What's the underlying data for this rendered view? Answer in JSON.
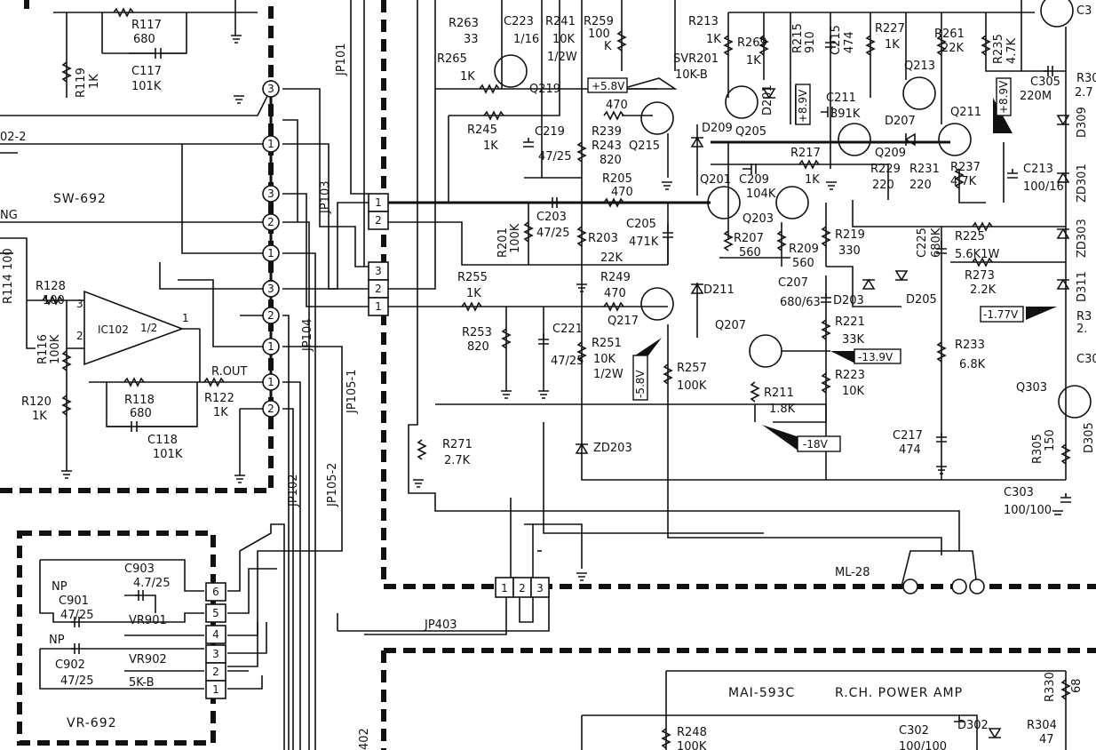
{
  "boards": {
    "sw": "SW-692",
    "vr": "VR-692",
    "power_amp": "MAI-593C",
    "power_amp_desc": "R.CH. POWER AMP"
  },
  "connectors": {
    "jp101": "JP101",
    "jp102": "JP102",
    "jp103": "JP103",
    "jp104": "JP104",
    "jp105_1": "JP105-1",
    "jp105_2": "JP105-2",
    "jp402": "402",
    "jp403": "JP403",
    "ml28": "ML-28",
    "rout": "R.OUT",
    "ng": "NG",
    "sig_02_2": "02-2"
  },
  "pins": {
    "jp103_pins": [
      "1",
      "2"
    ],
    "jp105_pins": [
      "3",
      "2",
      "1"
    ],
    "jp403_pins": [
      "1",
      "2",
      "3"
    ],
    "vr_pins": [
      "6",
      "5",
      "4",
      "3",
      "2",
      "1"
    ],
    "bus_pins": [
      "3",
      "1",
      "3",
      "2",
      "1",
      "3",
      "2",
      "1",
      "1",
      "2"
    ]
  },
  "ic": {
    "ref": "IC102",
    "frac": "1/2",
    "pin1": "1",
    "pin2": "2",
    "pin3": "3"
  },
  "components": {
    "r117": [
      "R117",
      "680"
    ],
    "c117": [
      "C117",
      "101K"
    ],
    "r119": [
      "R119",
      "1K"
    ],
    "r128": [
      "R128",
      "100"
    ],
    "r116": [
      "R116",
      "100K"
    ],
    "r114": "R114 100",
    "r120": [
      "R120",
      "1K"
    ],
    "r118": [
      "R118",
      "680"
    ],
    "c118": [
      "C118",
      "101K"
    ],
    "r122": [
      "R122",
      "1K"
    ],
    "c903": [
      "C903",
      "4.7/25"
    ],
    "c901": [
      "NP",
      "C901",
      "47/25"
    ],
    "vr901": "VR901",
    "c902": [
      "NP",
      "C902",
      "47/25"
    ],
    "vr902": "VR902",
    "vr_val": "5K-B",
    "r263": [
      "R263",
      "33"
    ],
    "c223": [
      "C223",
      "1/16"
    ],
    "r241": [
      "R241",
      "10K",
      "1/2W"
    ],
    "r259": [
      "R259",
      "100",
      "K"
    ],
    "r265": [
      "R265",
      "1K"
    ],
    "q219": "Q219",
    "r213": [
      "R213",
      "1K"
    ],
    "r269": [
      "R269",
      "1K"
    ],
    "svr201": [
      "SVR201",
      "10K-B"
    ],
    "r215": [
      "R215",
      "910"
    ],
    "c215": [
      "C215",
      "474"
    ],
    "r227": [
      "R227",
      "1K"
    ],
    "r261": [
      "R261",
      "22K"
    ],
    "r235": [
      "R235",
      "4.7K"
    ],
    "c305": [
      "C305",
      "220M"
    ],
    "r30x": [
      "R30",
      "2.7"
    ],
    "r245": [
      "R245",
      "1K"
    ],
    "c219": [
      "C219",
      "47/25"
    ],
    "r239": [
      "470",
      "R239"
    ],
    "r243": [
      "R243",
      "820"
    ],
    "q215": "Q215",
    "d209": "D209",
    "q205": "Q205",
    "d201": "D201",
    "c211": [
      "C211",
      "391K"
    ],
    "q213": "Q213",
    "d207": "D207",
    "q211": "Q211",
    "q209": "Q209",
    "r229": [
      "R229",
      "220"
    ],
    "r231": [
      "R231",
      "220"
    ],
    "r237": [
      "R237",
      "4.7K"
    ],
    "c213": [
      "C213",
      "100/16"
    ],
    "r205": [
      "R205",
      "470"
    ],
    "q201": "Q201",
    "c209": [
      "C209",
      "104K"
    ],
    "r217": [
      "R217",
      "1K"
    ],
    "q203": "Q203",
    "r201": [
      "R201",
      "100K"
    ],
    "c203": [
      "C203",
      "47/25"
    ],
    "r203": [
      "R203",
      "22K"
    ],
    "c205": [
      "C205",
      "471K"
    ],
    "r207": [
      "R207",
      "560"
    ],
    "r209": [
      "R209",
      "560"
    ],
    "r219": [
      "R219",
      "330"
    ],
    "c225": [
      "C225",
      "680K"
    ],
    "r225": [
      "R225",
      "5.6K1W"
    ],
    "r273": [
      "R273",
      "2.2K"
    ],
    "d203": "D203",
    "d205": "D205",
    "c207": [
      "C207",
      "680/63"
    ],
    "r255": [
      "R255",
      "1K"
    ],
    "r249": [
      "R249",
      "470"
    ],
    "q217": "Q217",
    "d211": "D211",
    "r253": [
      "R253",
      "820"
    ],
    "c221": [
      "C221",
      "47/25"
    ],
    "r251": [
      "R251",
      "10K",
      "1/2W"
    ],
    "r257": [
      "R257",
      "100K"
    ],
    "q207": "Q207",
    "r221": [
      "R221",
      "33K"
    ],
    "r223": [
      "R223",
      "10K"
    ],
    "r233": [
      "R233",
      "6.8K"
    ],
    "r211": [
      "R211",
      "1.8K"
    ],
    "r271": [
      "R271",
      "2.7K"
    ],
    "zd203": "ZD203",
    "c217": [
      "C217",
      "474"
    ],
    "d309": "D309",
    "zd301": "ZD301",
    "zd303": "ZD303",
    "d311": "D311",
    "q303": "Q303",
    "r305": [
      "R305",
      "150"
    ],
    "c303": [
      "C303",
      "100/100"
    ],
    "c30x": "C30",
    "r3x": "R3",
    "d305": "D305",
    "r330": [
      "R330",
      "68"
    ],
    "r248": [
      "R248",
      "100K"
    ],
    "c302": [
      "C302",
      "100/100"
    ],
    "d302": "D302",
    "r304": [
      "R304",
      "47"
    ],
    "c3top": "C3",
    "r2x": "2."
  },
  "voltages": {
    "v_plus_5_8": "+5.8V",
    "v_plus_8_9a": "+8.9V",
    "v_plus_8_9b": "+8.9V",
    "v_minus_1_77": "-1.77V",
    "v_minus_13_9": "-13.9V",
    "v_minus_5_8": "-5.8V",
    "v_minus_18": "-18V"
  }
}
